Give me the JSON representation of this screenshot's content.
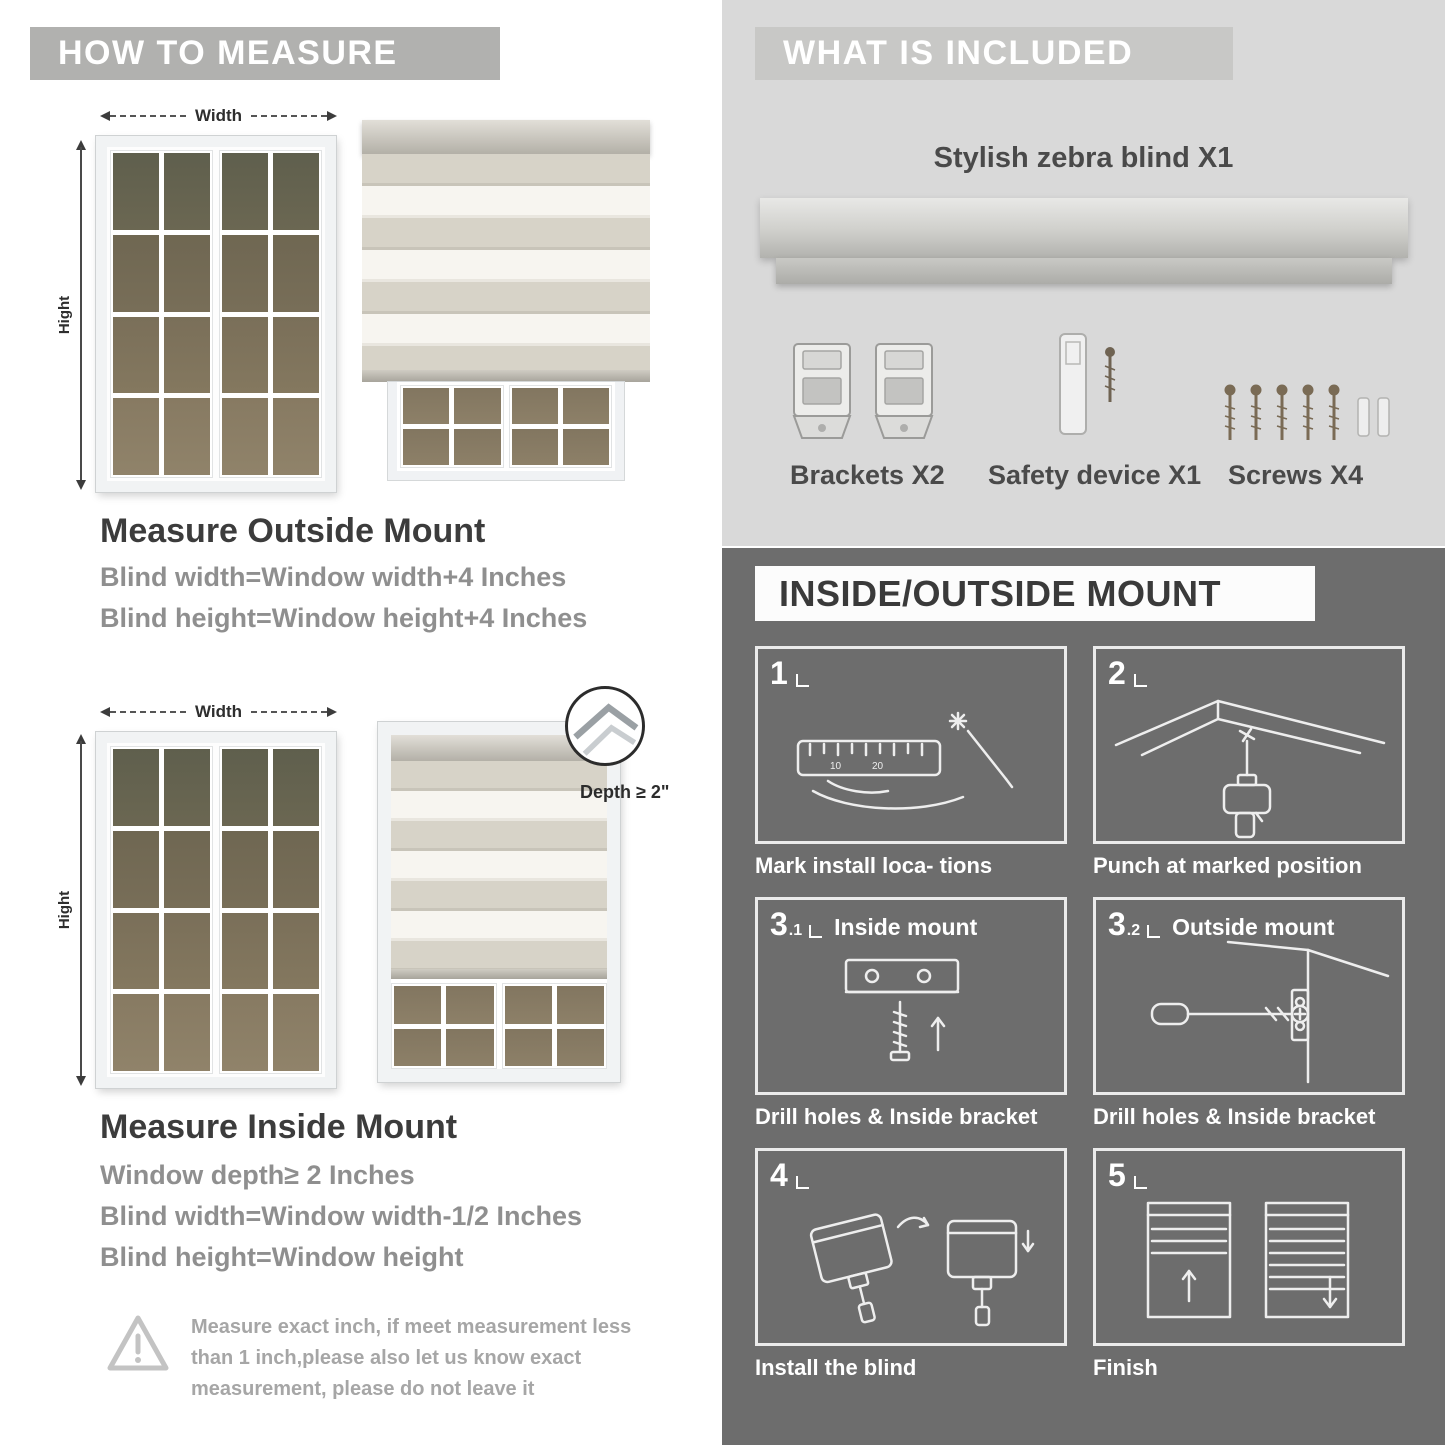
{
  "colors": {
    "banner_gray": "#b1b1af",
    "included_bg": "#d9d9d9",
    "included_banner": "#c8c8c6",
    "mount_bg": "#6d6d6d",
    "heading_dark": "#3c3c3c",
    "subtext_gray": "#8f8f8f",
    "white": "#ffffff"
  },
  "measure": {
    "banner": "HOW TO MEASURE",
    "width_label": "Width",
    "height_label": "Hight",
    "outside": {
      "heading": "Measure Outside Mount",
      "lines": [
        "Blind width=Window width+4 Inches",
        "Blind height=Window height+4 Inches"
      ]
    },
    "inside": {
      "heading": "Measure Inside Mount",
      "depth_note": "Depth ≥ 2\"",
      "lines": [
        "Window depth≥ 2 Inches",
        "Blind width=Window width-1/2 Inches",
        "Blind height=Window height"
      ]
    },
    "warning": "Measure exact inch, if meet measurement less than 1 inch,please also let us know exact measurement, please do not leave it"
  },
  "included": {
    "banner": "WHAT IS INCLUDED",
    "product_label": "Stylish zebra blind X1",
    "items": [
      {
        "label": "Brackets X2"
      },
      {
        "label": "Safety device X1"
      },
      {
        "label": "Screws X4"
      }
    ]
  },
  "mount": {
    "banner": "INSIDE/OUTSIDE MOUNT",
    "steps": [
      {
        "num": "1",
        "sub": "",
        "title": "",
        "caption": "Mark install loca- tions"
      },
      {
        "num": "2",
        "sub": "",
        "title": "",
        "caption": "Punch at  marked position"
      },
      {
        "num": "3",
        "sub": ".1",
        "title": "Inside mount",
        "caption": "Drill holes &  Inside bracket"
      },
      {
        "num": "3",
        "sub": ".2",
        "title": "Outside mount",
        "caption": "Drill holes &  Inside bracket"
      },
      {
        "num": "4",
        "sub": "",
        "title": "",
        "caption": "Install the blind"
      },
      {
        "num": "5",
        "sub": "",
        "title": "",
        "caption": "Finish"
      }
    ]
  }
}
